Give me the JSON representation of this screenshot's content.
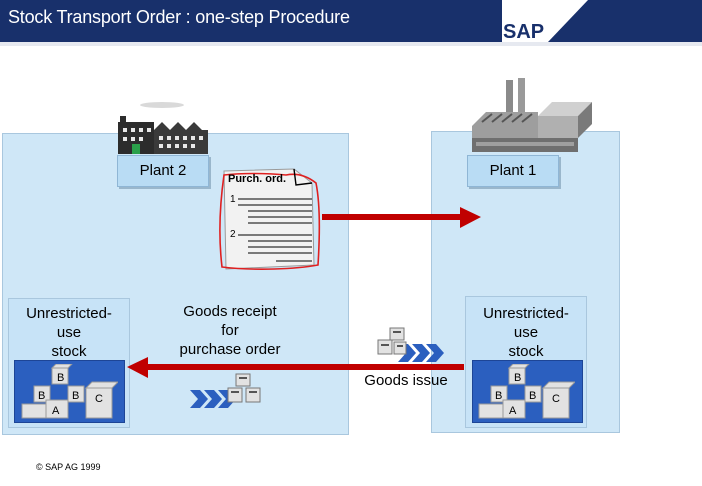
{
  "title": "Stock Transport Order : one-step Procedure",
  "logo_text": "SAP",
  "plants": {
    "left": "Plant 2",
    "right": "Plant 1"
  },
  "stock": {
    "left": "Unrestricted-\nuse\nstock",
    "right": "Unrestricted-\nuse\nstock"
  },
  "bin_letters": [
    "B",
    "B",
    "B",
    "A",
    "C"
  ],
  "purchase_order": {
    "label": "Purch. ord.",
    "items": [
      "1",
      "2"
    ]
  },
  "goods_receipt": "Goods receipt\nfor\npurchase order",
  "goods_issue": "Goods issue",
  "copyright": "© SAP AG 1999",
  "colors": {
    "header": "#18306b",
    "panel": "#cfe7f7",
    "arrow": "#c00000",
    "bin": "#2b5fbf"
  }
}
